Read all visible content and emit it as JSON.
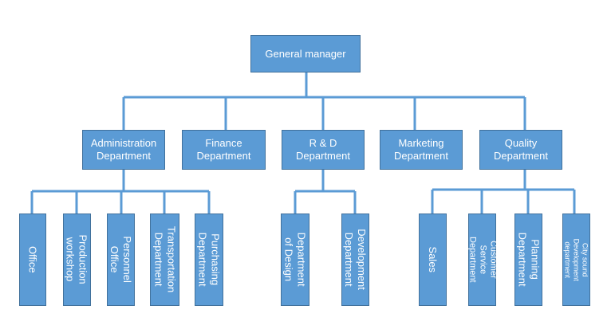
{
  "org_chart": {
    "root": {
      "label": "General manager"
    },
    "departments": [
      {
        "label": "Administration\nDepartment"
      },
      {
        "label": "Finance\nDepartment"
      },
      {
        "label": "R & D\nDepartment"
      },
      {
        "label": "Marketing\nDepartment"
      },
      {
        "label": "Quality\nDepartment"
      }
    ],
    "admin_units": [
      {
        "label": "Office"
      },
      {
        "label": "Production\nworkshop"
      },
      {
        "label": "Personnel\nOffice"
      },
      {
        "label": "Transportation\nDepartment"
      },
      {
        "label": "Purchasing\nDepartment"
      }
    ],
    "rd_units": [
      {
        "label": "Department\nof Design"
      },
      {
        "label": "Development\nDepartment"
      }
    ],
    "quality_units": [
      {
        "label": "Sales"
      },
      {
        "label": "Customer\nService Department"
      },
      {
        "label": "Planning\nDepartment"
      },
      {
        "label": "City sound\nDevelopment department"
      }
    ],
    "colors": {
      "box": "#5b9bd5",
      "border": "#41719c",
      "line": "#5b9bd5",
      "text": "#ffffff"
    }
  }
}
